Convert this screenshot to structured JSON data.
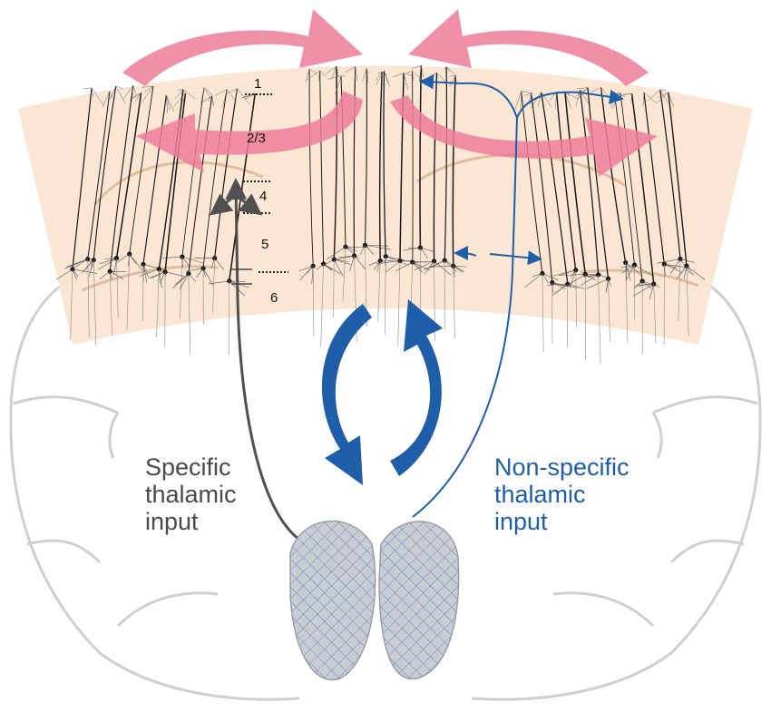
{
  "layers": [
    "1",
    "2/3",
    "4",
    "5",
    "6"
  ],
  "captions": {
    "specific": "Specific\nthalamic\ninput",
    "nonspecific": "Non-specific\nthalamic\ninput"
  },
  "colors": {
    "cortex_band": "#fbe3cf",
    "pink_arrow": "#ee7d9a",
    "blue_arrow": "#1f5ea8",
    "dark_arrow": "#505050",
    "brain_outline": "#cfcfcf",
    "thalamus_fill": "#c8ccd3",
    "neuron": "#1a1a1a"
  },
  "icons": [
    "neuron-cluster-icon",
    "thalamus-icon",
    "brain-outline-icon"
  ]
}
